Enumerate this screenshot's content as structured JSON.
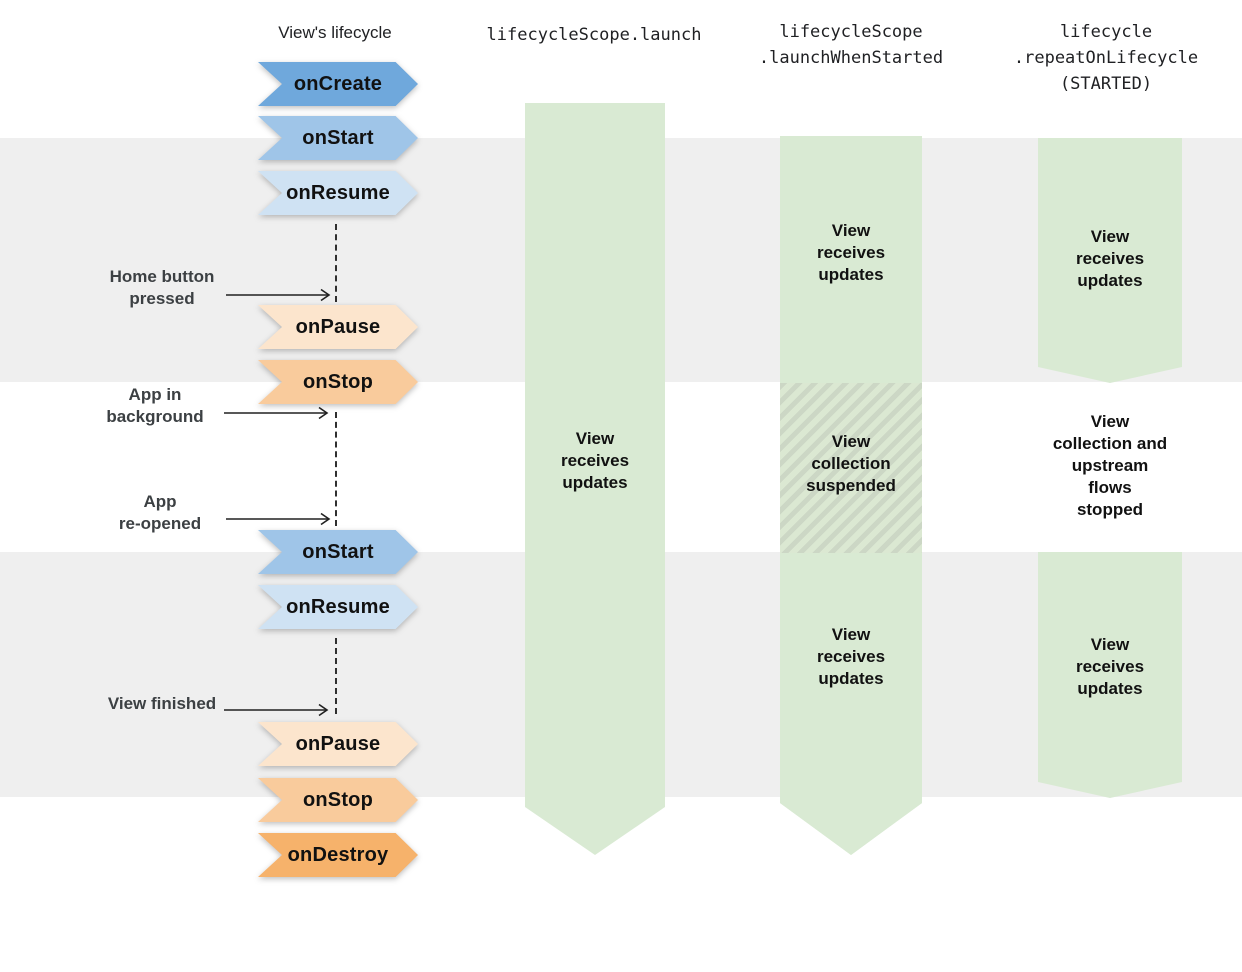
{
  "colors": {
    "gray_band": "#efefef",
    "band_green": "#d9ead3",
    "hatch_stripe": "#ccd7c5",
    "annotation_text": "#3c4043",
    "line_black": "#2f2f2f"
  },
  "lifecycle": {
    "title": "View's lifecycle",
    "events": [
      {
        "label": "onCreate",
        "color": "#6fa8dc"
      },
      {
        "label": "onStart",
        "color": "#9fc5e8"
      },
      {
        "label": "onResume",
        "color": "#cfe2f3"
      },
      {
        "label": "onPause",
        "color": "#fce5cd"
      },
      {
        "label": "onStop",
        "color": "#f9cb9c"
      },
      {
        "label": "onStart",
        "color": "#9fc5e8"
      },
      {
        "label": "onResume",
        "color": "#cfe2f3"
      },
      {
        "label": "onPause",
        "color": "#fce5cd"
      },
      {
        "label": "onStop",
        "color": "#f9cb9c"
      },
      {
        "label": "onDestroy",
        "color": "#f6b26b"
      }
    ]
  },
  "annotations": [
    {
      "label": "Home button\npressed"
    },
    {
      "label": "App in\nbackground"
    },
    {
      "label": "App\nre-opened"
    },
    {
      "label": "View finished"
    }
  ],
  "columns": {
    "launch": {
      "header": "lifecycleScope.launch",
      "band_text": "View\nreceives\nupdates"
    },
    "launch_when_started": {
      "header": "lifecycleScope\n.launchWhenStarted",
      "top_text": "View\nreceives\nupdates",
      "middle_text": "View\ncollection\nsuspended",
      "bottom_text": "View\nreceives\nupdates"
    },
    "repeat_on_lifecycle": {
      "header": "lifecycle\n.repeatOnLifecycle\n(STARTED)",
      "top_text": "View\nreceives\nupdates",
      "gap_text": "View\ncollection and\nupstream\nflows\nstopped",
      "bottom_text": "View\nreceives\nupdates"
    }
  }
}
